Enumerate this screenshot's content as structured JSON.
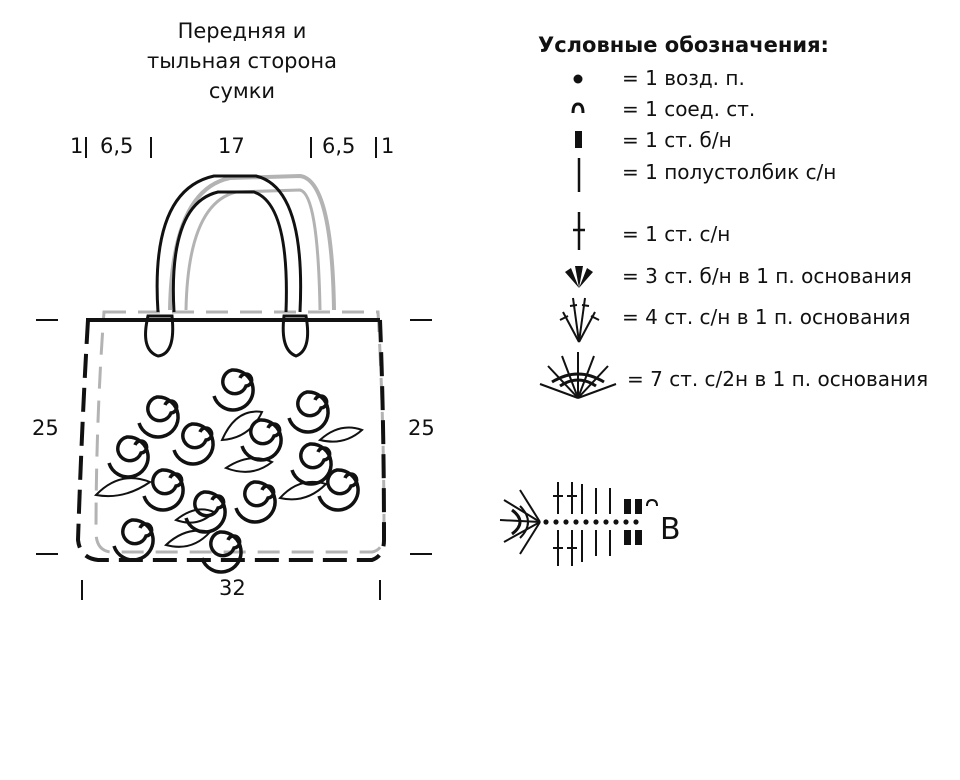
{
  "schematic": {
    "title_lines": [
      "Передняя и",
      "тыльная сторона",
      "сумки"
    ],
    "top_dimensions": {
      "left_edge": "1",
      "left_side": "6,5",
      "center": "17",
      "right_side": "6,5",
      "right_edge": "1"
    },
    "height_left": "25",
    "height_right": "25",
    "bottom_width": "32"
  },
  "legend": {
    "title": "Условные обозначения:",
    "items": [
      {
        "icon": "chain-dot-icon",
        "text": "= 1 возд. п."
      },
      {
        "icon": "slip-stitch-arc-icon",
        "text": "= 1 соед. ст."
      },
      {
        "icon": "single-crochet-block-icon",
        "text": "= 1 ст. б/н"
      },
      {
        "icon": "half-double-line-icon",
        "text": "= 1 полустолбик с/н"
      },
      {
        "icon": "double-crochet-cross-icon",
        "text": "= 1 ст. с/н"
      },
      {
        "icon": "three-sc-fan-icon",
        "text": "= 3 ст. б/н в 1 п. основания"
      },
      {
        "icon": "four-dc-fan-icon",
        "text": "= 4 ст. с/н в 1 п. основания"
      },
      {
        "icon": "seven-tr-fan-icon",
        "text": "= 7 ст. с/2н в 1 п. основания"
      }
    ]
  },
  "chart_label": "B",
  "colors": {
    "ink": "#111111",
    "back_outline": "#b3b3b3",
    "background": "#ffffff"
  }
}
